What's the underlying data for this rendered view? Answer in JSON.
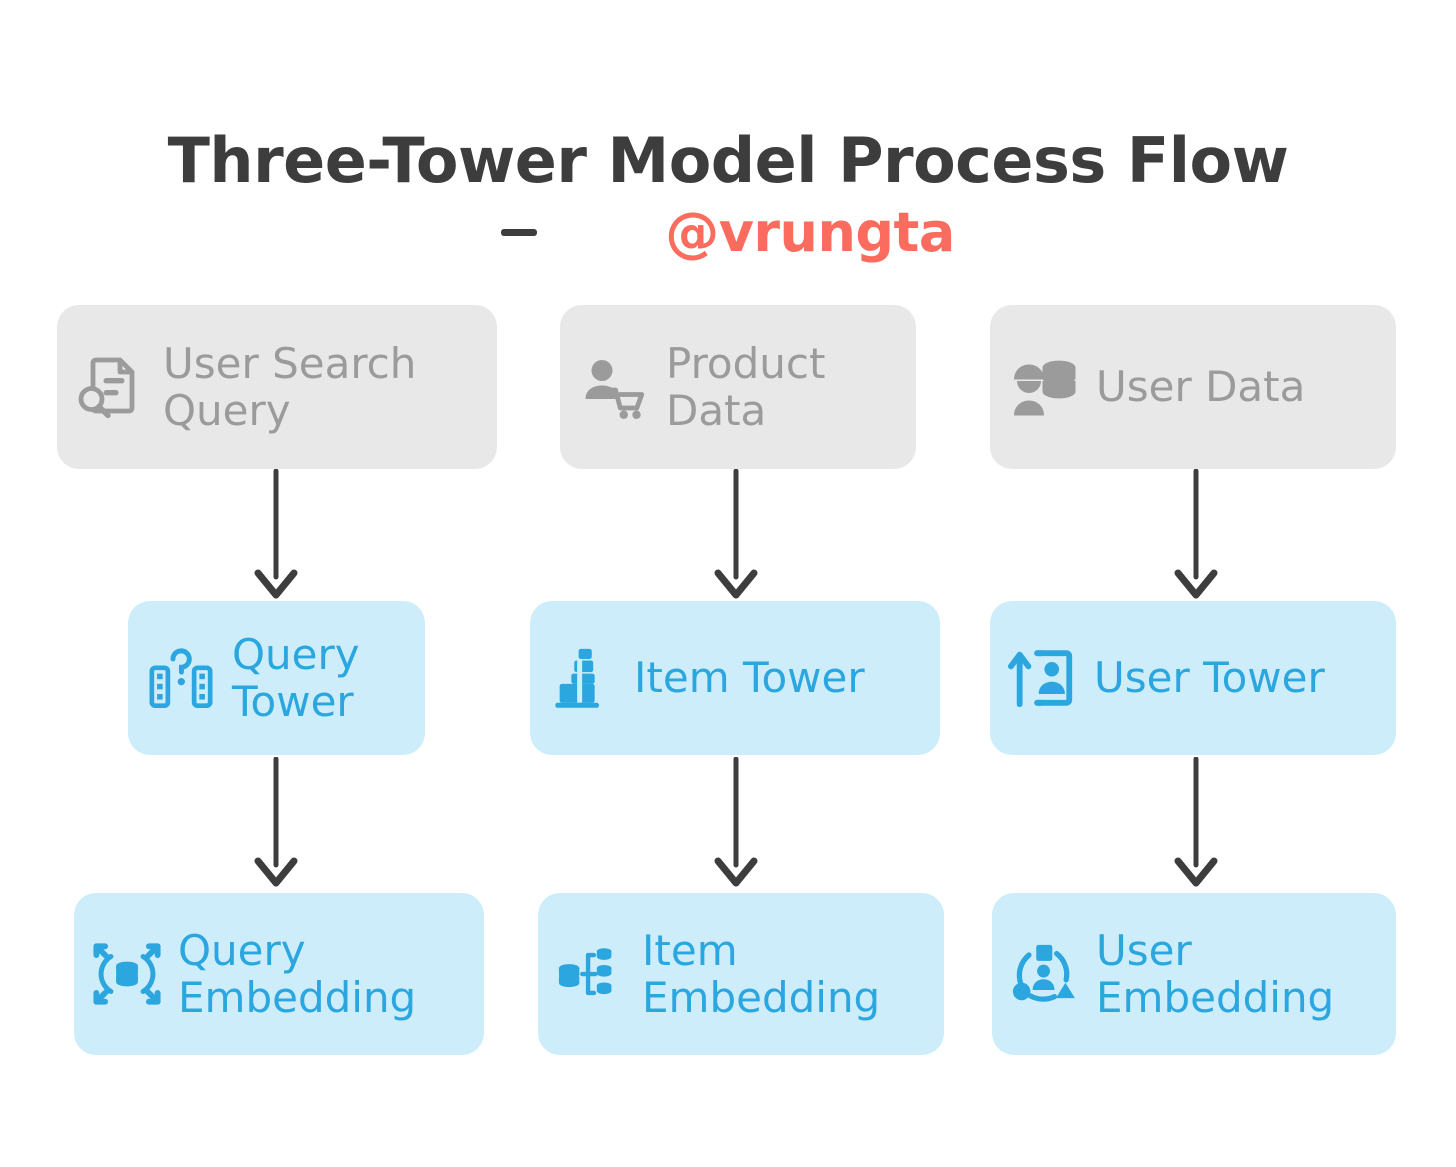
{
  "title": {
    "main": "Three-Tower Model Process Flow",
    "dash": "—",
    "handle": "@vrungta",
    "handle_color": "#fb6c5e",
    "main_color": "#3d3d3d"
  },
  "colors": {
    "source_box_bg": "#e8e8e8",
    "source_text": "#9b9b9b",
    "tower_box_bg": "#cdedfb",
    "tower_text": "#2ba6de",
    "accent_blue": "#2ba6de",
    "arrow": "#3d3d3d",
    "page_bg": "#ffffff"
  },
  "columns": [
    {
      "id": "query",
      "source": {
        "label": "User Search\nQuery",
        "icon": "document-search-icon"
      },
      "tower": {
        "label": "Query\nTower",
        "icon": "towers-question-icon"
      },
      "embedding": {
        "label": "Query\nEmbedding",
        "icon": "database-expand-arrows-icon"
      }
    },
    {
      "id": "item",
      "source": {
        "label": "Product\nData",
        "icon": "person-shopping-cart-icon"
      },
      "tower": {
        "label": "Item Tower",
        "icon": "building-tower-icon"
      },
      "embedding": {
        "label": "Item\nEmbedding",
        "icon": "database-branch-icon"
      }
    },
    {
      "id": "user",
      "source": {
        "label": "User Data",
        "icon": "person-database-icon"
      },
      "tower": {
        "label": "User Tower",
        "icon": "arrow-up-person-frame-icon"
      },
      "embedding": {
        "label": "User\nEmbedding",
        "icon": "person-shapes-cluster-icon"
      }
    }
  ],
  "arrows": [
    {
      "id": "query-1",
      "from": "User Search Query",
      "to": "Query Tower"
    },
    {
      "id": "item-1",
      "from": "Product Data",
      "to": "Item Tower"
    },
    {
      "id": "user-1",
      "from": "User Data",
      "to": "User Tower"
    },
    {
      "id": "query-2",
      "from": "Query Tower",
      "to": "Query Embedding"
    },
    {
      "id": "item-2",
      "from": "Item Tower",
      "to": "Item Embedding"
    },
    {
      "id": "user-2",
      "from": "User Tower",
      "to": "User Embedding"
    }
  ],
  "chart_data": {
    "type": "diagram",
    "title": "Three-Tower Model Process Flow",
    "nodes": [
      {
        "id": "user-search-query",
        "label": "User Search Query",
        "row": 1,
        "column": 1,
        "style": "source"
      },
      {
        "id": "product-data",
        "label": "Product Data",
        "row": 1,
        "column": 2,
        "style": "source"
      },
      {
        "id": "user-data",
        "label": "User Data",
        "row": 1,
        "column": 3,
        "style": "source"
      },
      {
        "id": "query-tower",
        "label": "Query Tower",
        "row": 2,
        "column": 1,
        "style": "tower"
      },
      {
        "id": "item-tower",
        "label": "Item Tower",
        "row": 2,
        "column": 2,
        "style": "tower"
      },
      {
        "id": "user-tower",
        "label": "User Tower",
        "row": 2,
        "column": 3,
        "style": "tower"
      },
      {
        "id": "query-embedding",
        "label": "Query Embedding",
        "row": 3,
        "column": 1,
        "style": "tower"
      },
      {
        "id": "item-embedding",
        "label": "Item Embedding",
        "row": 3,
        "column": 2,
        "style": "tower"
      },
      {
        "id": "user-embedding",
        "label": "User Embedding",
        "row": 3,
        "column": 3,
        "style": "tower"
      }
    ],
    "edges": [
      {
        "from": "user-search-query",
        "to": "query-tower"
      },
      {
        "from": "product-data",
        "to": "item-tower"
      },
      {
        "from": "user-data",
        "to": "user-tower"
      },
      {
        "from": "query-tower",
        "to": "query-embedding"
      },
      {
        "from": "item-tower",
        "to": "item-embedding"
      },
      {
        "from": "user-tower",
        "to": "user-embedding"
      }
    ]
  }
}
